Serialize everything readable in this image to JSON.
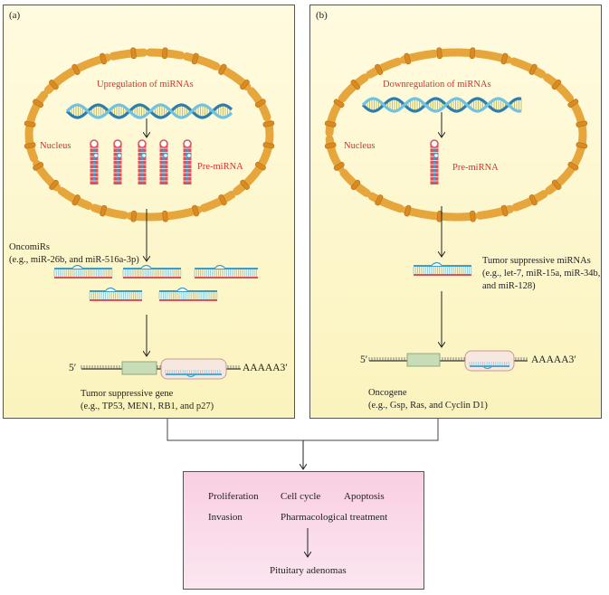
{
  "panel_a": {
    "label": "(a)",
    "regulation": "Upregulation of miRNAs",
    "nucleus": "Nucleus",
    "premirna": "Pre-miRNA",
    "mirna_title": "OncomiRs",
    "mirna_examples": "(e.g., miR-26b, and miR-516a-3p)",
    "five_prime": "5′",
    "poly_a": "AAAAA3′",
    "gene_title": "Tumor suppressive gene",
    "gene_examples": "(e.g., TP53, MEN1, RB1, and p27)"
  },
  "panel_b": {
    "label": "(b)",
    "regulation": "Downregulation of miRNAs",
    "nucleus": "Nucleus",
    "premirna": "Pre-miRNA",
    "mirna_title": "Tumor suppressive miRNAs",
    "mirna_examples_1": "(e.g., let-7, miR-15a, miR-34b,",
    "mirna_examples_2": "and miR-128)",
    "five_prime": "5′",
    "poly_a": "AAAAA3′",
    "gene_title": "Oncogene",
    "gene_examples": "(e.g., Gsp, Ras, and Cyclin D1)"
  },
  "outcome": {
    "proliferation": "Proliferation",
    "cell_cycle": "Cell cycle",
    "apoptosis": "Apoptosis",
    "invasion": "Invasion",
    "pharmacological": "Pharmacological treatment",
    "result": "Pituitary adenomas"
  },
  "colors": {
    "nucleus_membrane": "#e6a63c",
    "label_red": "#d8312e",
    "dna_blue": "#3a9ec9",
    "rna_red": "#e0505a",
    "gene_box": "#c9dcb8",
    "panel_fill": "#fbf3bd",
    "outcome_fill": "#f9cfe3"
  }
}
